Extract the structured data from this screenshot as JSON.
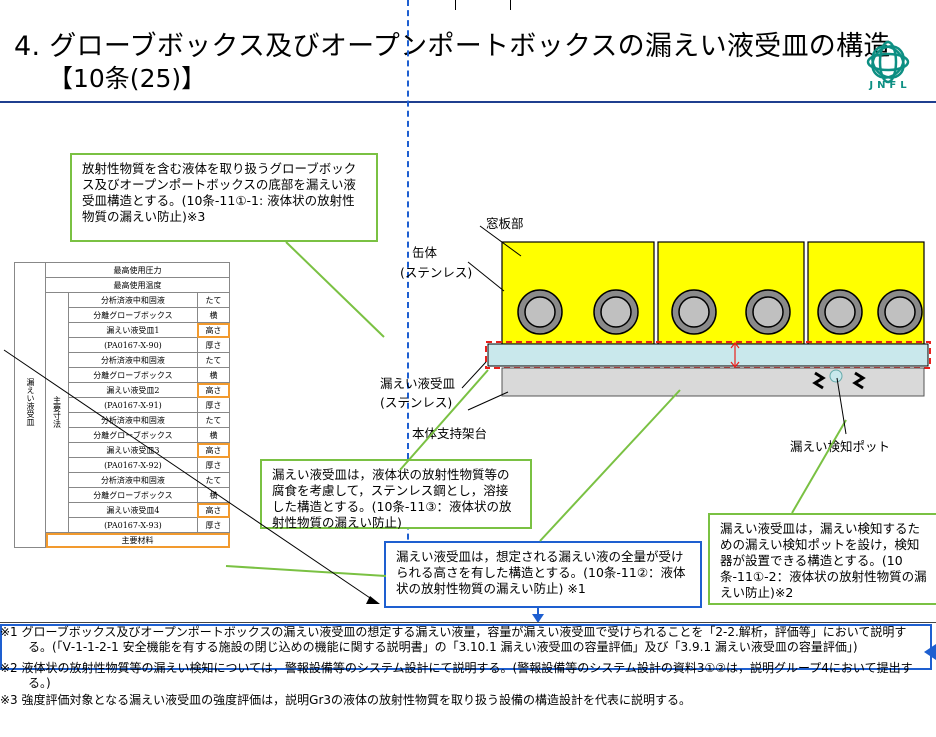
{
  "header": {
    "title": "4. グローブボックス及びオープンポートボックスの漏えい液受皿の構造",
    "subtitle": "【10条(25)】",
    "logo_text": "JNFL",
    "logo_icon": "jnfl-logo-icon"
  },
  "callouts": {
    "top_left": "放射性物質を含む液体を取り扱うグローブボックス及びオープンポートボックスの底部を漏えい液受皿構造とする。(10条-11①-1: 液体状の放射性物質の漏えい防止)※3",
    "middle": "漏えい液受皿は，液体状の放射性物質等の腐食を考慮して，ステンレス鋼とし，溶接した構造とする。(10条-11③：液体状の放射性物質の漏えい防止)",
    "bottom_center": "漏えい液受皿は，想定される漏えい液の全量が受けられる高さを有した構造とする。(10条-11②：液体状の放射性物質の漏えい防止) ※1",
    "bottom_right": "漏えい液受皿は，漏えい検知するための漏えい検知ポットを設け，検知器が設置できる構造とする。(10条-11①-2：液体状の放射性物質の漏えい防止)※2"
  },
  "diagram_labels": {
    "window": "窓板部",
    "can_body": "缶体",
    "can_material": "(ステンレス)",
    "tray": "漏えい液受皿",
    "tray_material": "(ステンレス)",
    "support": "本体支持架台",
    "pot": "漏えい検知ポット"
  },
  "spec_table": {
    "row_max_pressure": "最高使用圧力",
    "row_max_temp": "最高使用温度",
    "side_main": "漏えい液受皿",
    "side_dims": "主要寸法",
    "groups": [
      {
        "l1": "分析済液中和固液",
        "l2": "分離グローブボックス",
        "l3": "漏えい液受皿1",
        "l4": "(PA0167-X-90)"
      },
      {
        "l1": "分析済液中和固液",
        "l2": "分離グローブボックス",
        "l3": "漏えい液受皿2",
        "l4": "(PA0167-X-91)"
      },
      {
        "l1": "分析済液中和固液",
        "l2": "分離グローブボックス",
        "l3": "漏えい液受皿3",
        "l4": "(PA0167-X-92)"
      },
      {
        "l1": "分析済液中和固液",
        "l2": "分離グローブボックス",
        "l3": "漏えい液受皿4",
        "l4": "(PA0167-X-93)"
      }
    ],
    "dims": [
      "たて",
      "横",
      "高さ",
      "厚さ"
    ],
    "material_row": "主要材料"
  },
  "notes": {
    "n1": "※1 グローブボックス及びオープンポートボックスの漏えい液受皿の想定する漏えい液量，容量が漏えい液受皿で受けられることを「2-2.解析，評価等」において説明する。(「Ⅴ-1-1-2-1 安全機能を有する施設の閉じ込めの機能に関する説明書」の「3.10.1 漏えい液受皿の容量評価」及び「3.9.1 漏えい液受皿の容量評価」)",
    "n2": "※2 液体状の放射性物質等の漏えい検知については，警報設備等のシステム設計にて説明する。(警報設備等のシステム設計の資料3①②は，説明グループ4において提出する。)",
    "n3": "※3 強度評価対象となる漏えい液受皿の強度評価は，説明Gr3の液体の放射性物質を取り扱う設備の構造設計を代表に説明する。"
  },
  "colors": {
    "green": "#7ac143",
    "blue": "#1e5fd0",
    "yellow": "#ffff00",
    "tray": "#c9e8ec",
    "orange": "#f29a2e",
    "red": "#e8201c"
  }
}
